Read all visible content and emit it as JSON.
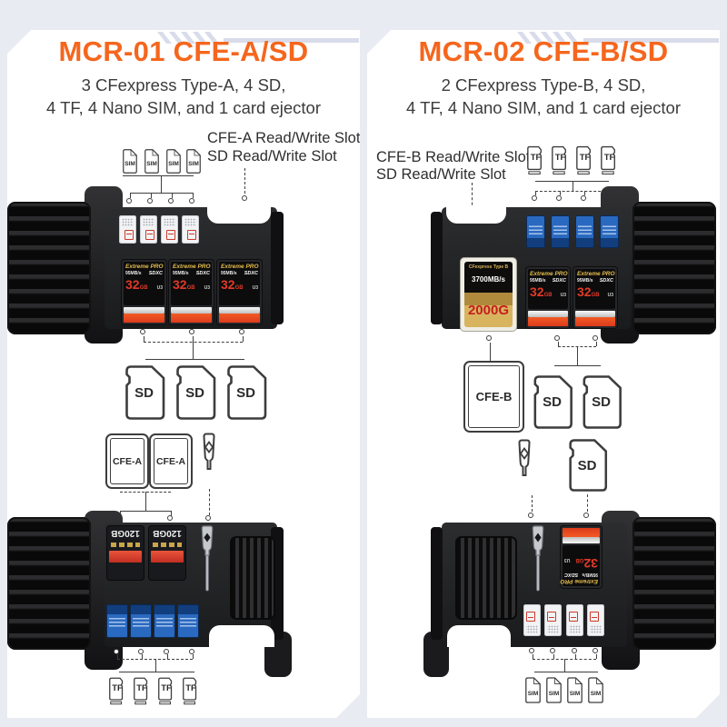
{
  "page": {
    "background": "#e9ebf2",
    "accent_color": "#f5661d"
  },
  "left_panel": {
    "title": "MCR-01 CFE-A/SD",
    "subtitle_line1": "3 CFexpress Type-A, 4 SD,",
    "subtitle_line2": "4 TF, 4 Nano SIM, and 1 card ejector",
    "annotation_line1": "CFE-A Read/Write Slot",
    "annotation_line2": "SD Read/Write Slot"
  },
  "right_panel": {
    "title": "MCR-02 CFE-B/SD",
    "subtitle_line1": "2 CFexpress Type-B, 4 SD,",
    "subtitle_line2": "4 TF, 4 Nano SIM, and 1 card ejector",
    "annotation_line1": "CFE-B Read/Write Slot",
    "annotation_line2": "SD Read/Write Slot"
  },
  "card_labels": {
    "sim": "SIM",
    "tf": "TF",
    "sd": "SD",
    "cfe_a": "CFE-A",
    "cfe_b": "CFE-B"
  },
  "printed_cards": {
    "sd_extreme_pro": {
      "brand": "Extreme PRO",
      "speed": "95MB/s",
      "logo": "SDXC",
      "bus": "U3",
      "capacity": "32",
      "unit": "GB"
    },
    "cfexpress_b": {
      "type": "CFexpress Type B",
      "speed": "3700MB/s",
      "capacity": "2000G"
    },
    "cfexpress_a": {
      "capacity": "120GB"
    }
  }
}
